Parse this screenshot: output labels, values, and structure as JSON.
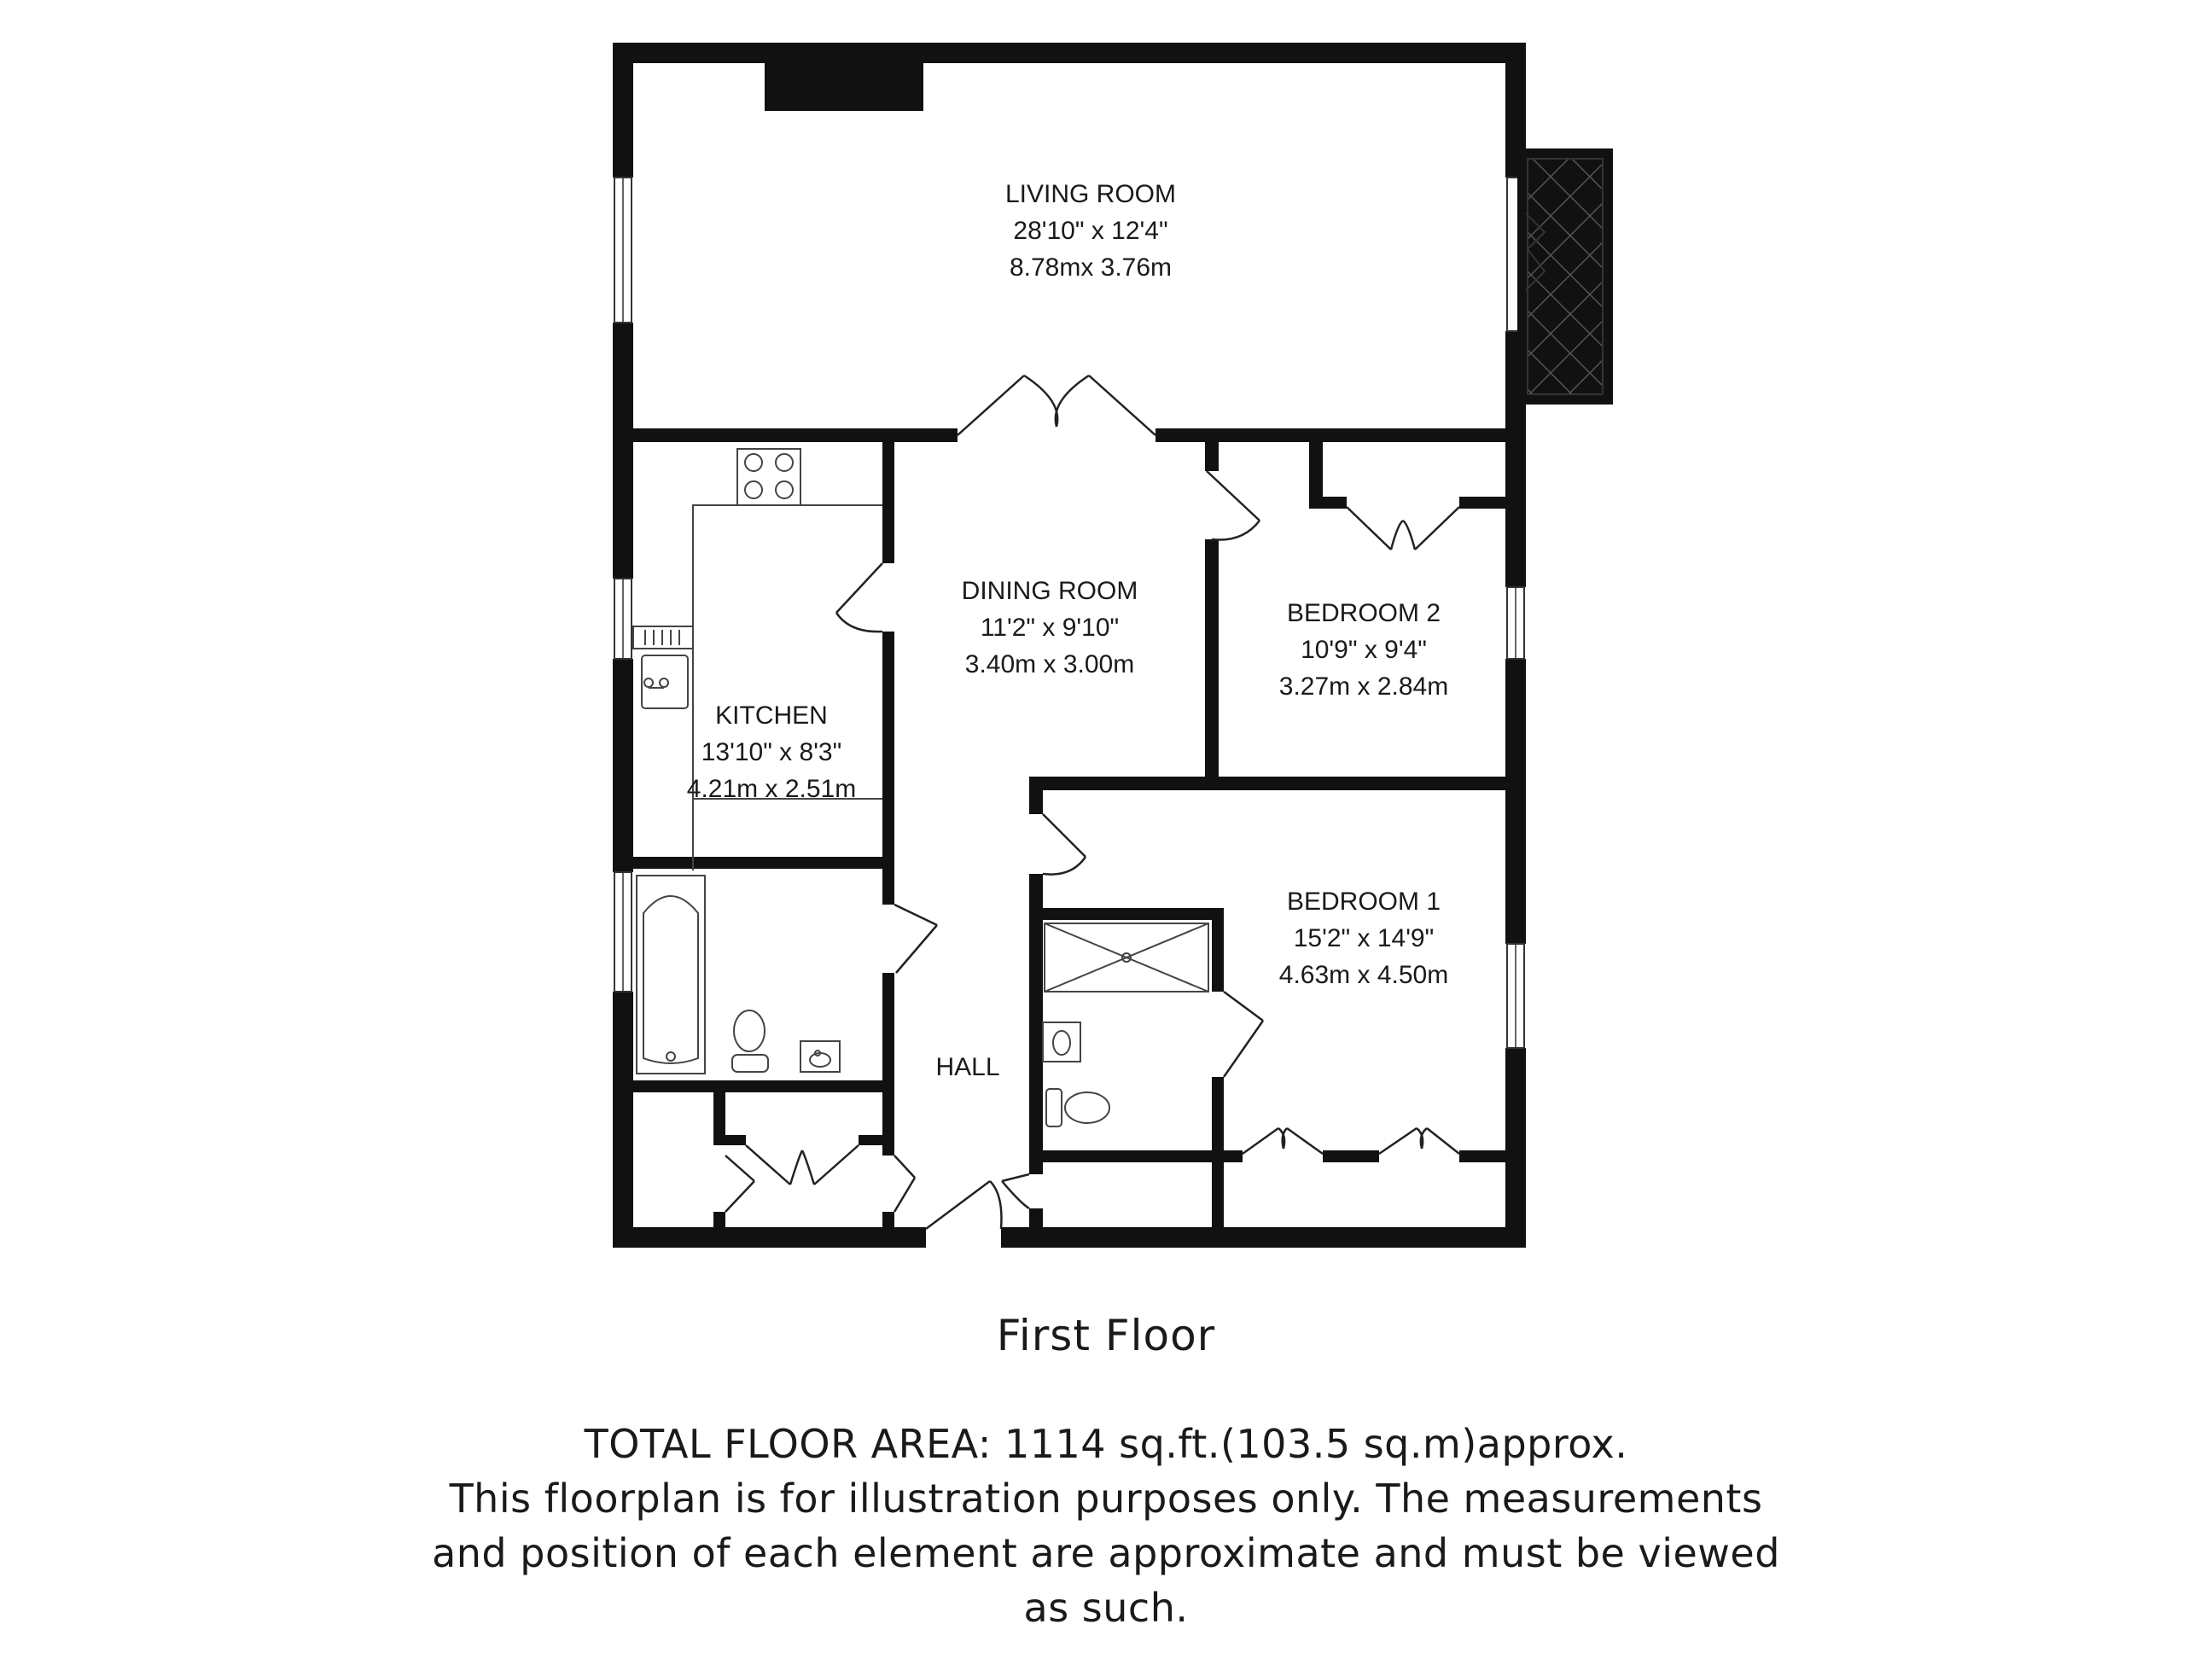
{
  "rooms": {
    "living": {
      "name": "LIVING ROOM",
      "imperial": "28'10\" x 12'4\"",
      "metric": "8.78mx 3.76m"
    },
    "dining": {
      "name": "DINING ROOM",
      "imperial": "11'2\" x 9'10\"",
      "metric": "3.40m x 3.00m"
    },
    "bedroom2": {
      "name": "BEDROOM 2",
      "imperial": "10'9\" x 9'4\"",
      "metric": "3.27m x 2.84m"
    },
    "kitchen": {
      "name": "KITCHEN",
      "imperial": "13'10\" x 8'3\"",
      "metric": "4.21m x 2.51m"
    },
    "bedroom1": {
      "name": "BEDROOM 1",
      "imperial": "15'2\" x 14'9\"",
      "metric": "4.63m x 4.50m"
    },
    "hall": {
      "name": "HALL"
    }
  },
  "floor_name": "First Floor",
  "area": {
    "total": "TOTAL FLOOR AREA: 1114 sq.ft.(103.5 sq.m)approx.",
    "disclaimer_lines": [
      "This floorplan is for illustration purposes only. The measurements",
      "and position of each element are approximate and must be viewed",
      "as such."
    ]
  },
  "colors": {
    "wall": "#111111",
    "line": "#333333",
    "background": "#ffffff"
  }
}
